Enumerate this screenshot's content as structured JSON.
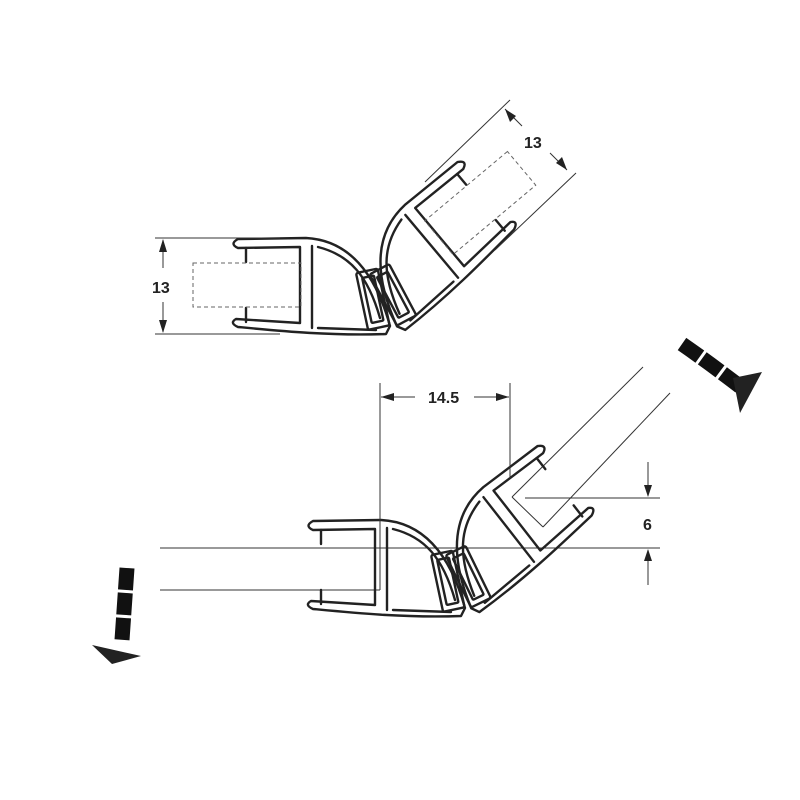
{
  "diagram": {
    "top_view": {
      "left_dimension_label": "13",
      "right_dimension_label": "13"
    },
    "bottom_view": {
      "width_dimension_label": "14.5",
      "offset_dimension_label": "6"
    },
    "colors": {
      "line": "#222222",
      "background": "#ffffff"
    }
  }
}
